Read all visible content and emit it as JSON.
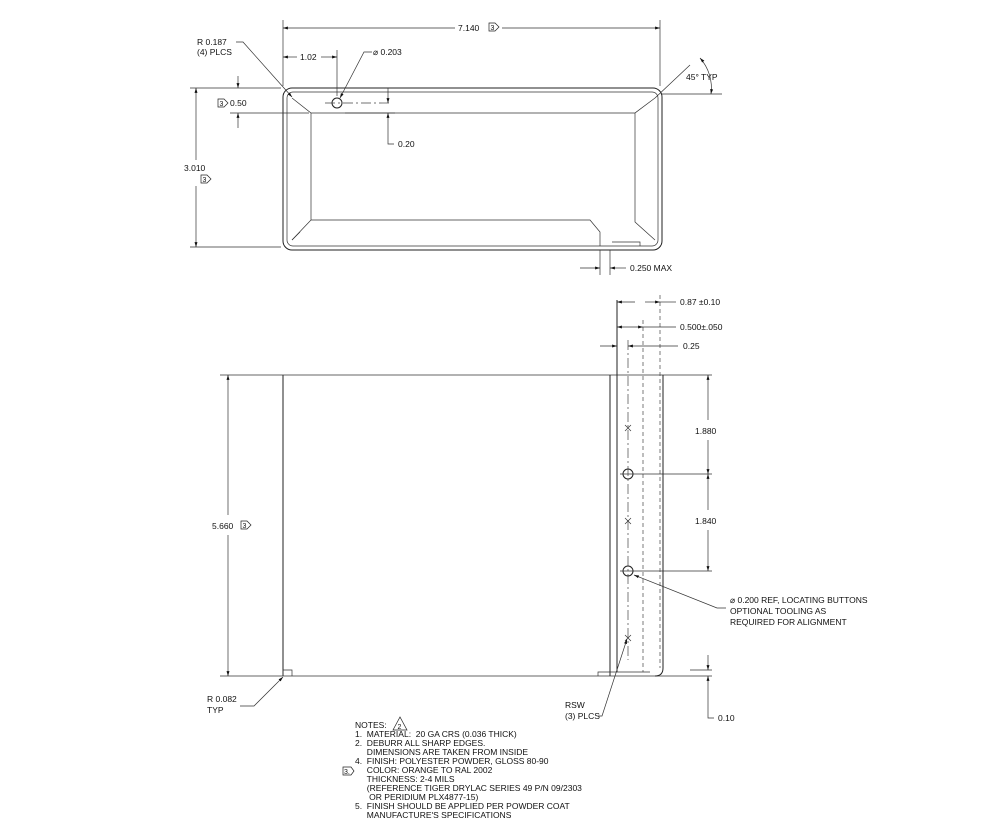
{
  "top_view": {
    "overall_width": "7.140",
    "overall_width_flag": "3",
    "hole_offset": "1.02",
    "hole_diameter": "⌀ 0.203",
    "corner_radius": [
      "R 0.187",
      "(4) PLCS"
    ],
    "flange_width": "0.50",
    "flange_width_flag": "3",
    "hole_from_edge": "0.20",
    "overall_height": "3.010",
    "overall_height_flag": "3",
    "corner_angle": "45° TYP",
    "gap_max": "0.250 MAX"
  },
  "side_view": {
    "depth": "0.87 ±0.10",
    "depth_inner": "0.500±.050",
    "hole_offset": "0.25",
    "length": "5.660",
    "length_flag": "3",
    "hole_spacing_1": "1.880",
    "hole_spacing_2": "1.840",
    "hole_note": [
      "⌀ 0.200 REF, LOCATING BUTTONS",
      "OPTIONAL TOOLING AS",
      "REQUIRED FOR ALIGNMENT"
    ],
    "weld_note": [
      "RSW",
      "(3) PLCS"
    ],
    "bottom_radius": [
      "R 0.082",
      "TYP"
    ],
    "bottom_offset": "0.10"
  },
  "notes": {
    "title": "NOTES:",
    "title_flag": "2",
    "note3_flag": "3.",
    "lines": [
      "1.  MATERIAL:  20 GA CRS (0.036 THICK)",
      "2.  DEBURR ALL SHARP EDGES.",
      "     DIMENSIONS ARE TAKEN FROM INSIDE",
      "4.  FINISH: POLYESTER POWDER, GLOSS 80-90",
      "     COLOR: ORANGE TO RAL 2002",
      "     THICKNESS: 2-4 MILS",
      "     (REFERENCE TIGER DRYLAC SERIES 49 P/N 09/2303",
      "      OR PERIDIUM PLX4877-15)",
      "5.  FINISH SHOULD BE APPLIED PER POWDER COAT",
      "     MANUFACTURE'S SPECIFICATIONS"
    ]
  }
}
